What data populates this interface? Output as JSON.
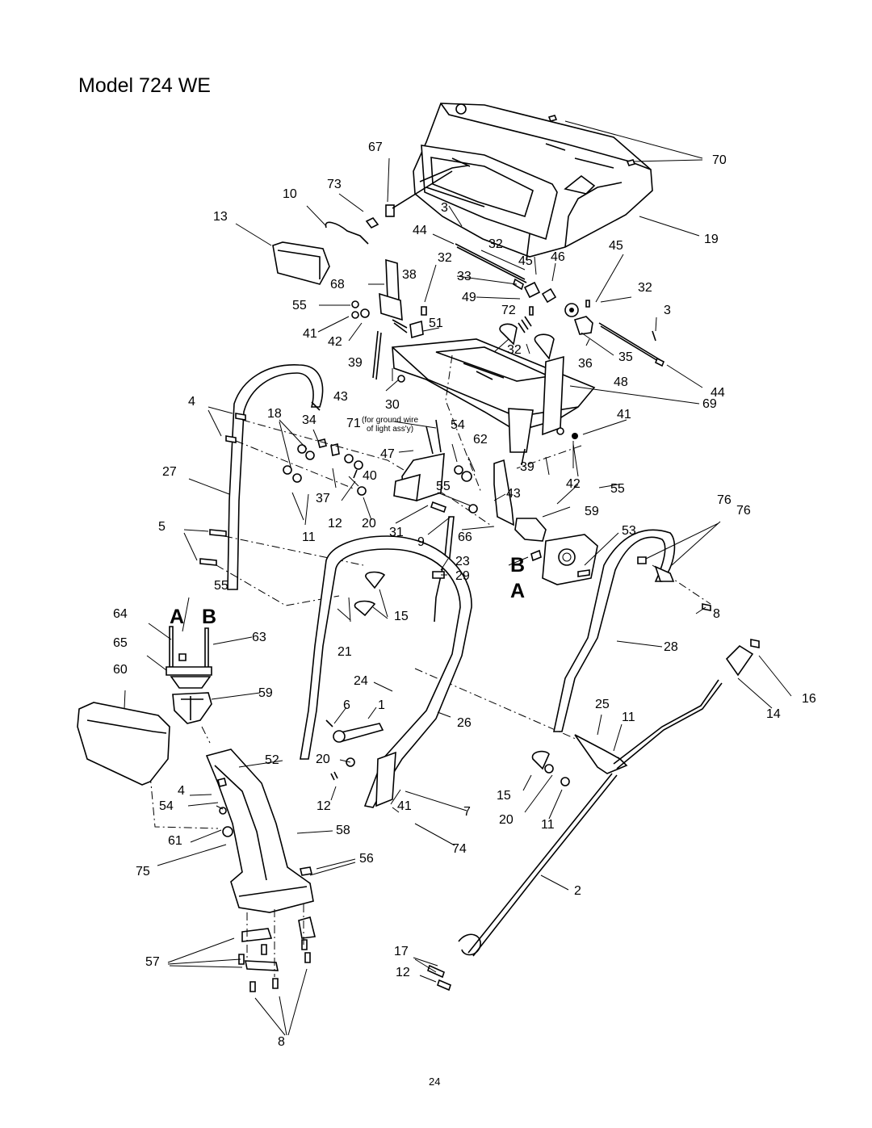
{
  "title": "Model 724 WE",
  "page_number": "24",
  "note": [
    "(for ground wire",
    "of light ass'y)"
  ],
  "callouts": {
    "c67": "67",
    "c70": "70",
    "c73": "73",
    "c10": "10",
    "c13": "13",
    "c3a": "3",
    "c44a": "44",
    "c19": "19",
    "c32a": "32",
    "c32b": "32",
    "c45a": "45",
    "c46": "46",
    "c45b": "45",
    "c68": "68",
    "c38": "38",
    "c33": "33",
    "c49": "49",
    "c32c": "32",
    "c55a": "55",
    "c72": "72",
    "c3b": "3",
    "c51": "51",
    "c41a": "41",
    "c42a": "42",
    "c32d": "32",
    "c36": "36",
    "c35": "35",
    "c39a": "39",
    "c48": "48",
    "c43a": "43",
    "c44b": "44",
    "c4a": "4",
    "c18": "18",
    "c34": "34",
    "c30": "30",
    "c69": "69",
    "c71": "71",
    "c41b": "41",
    "c54a": "54",
    "c62": "62",
    "c47": "47",
    "c27": "27",
    "c40": "40",
    "c39b": "39",
    "c37": "37",
    "c55b": "55",
    "c42b": "42",
    "c55c": "55",
    "c76a": "76",
    "c76b": "76",
    "c12a": "12",
    "c20a": "20",
    "c59a": "59",
    "c5": "5",
    "c31": "31",
    "c9": "9",
    "c66": "66",
    "c53": "53",
    "c11a": "11",
    "c23": "23",
    "c29": "29",
    "c55d": "55",
    "c8a": "8",
    "c64": "64",
    "c15a": "15",
    "c63": "63",
    "c65": "65",
    "c21": "21",
    "c28": "28",
    "c60": "60",
    "c24": "24",
    "c59b": "59",
    "c6": "6",
    "c1": "1",
    "c25": "25",
    "c11b": "11",
    "c16": "16",
    "c26": "26",
    "c14": "14",
    "c52": "52",
    "c20b": "20",
    "c4b": "4",
    "c54b": "54",
    "c12b": "12",
    "c41c": "41",
    "c7": "7",
    "c15b": "15",
    "c20c": "20",
    "c11c": "11",
    "c58": "58",
    "c61": "61",
    "c74": "74",
    "c56": "56",
    "c75": "75",
    "c2": "2",
    "c17": "17",
    "c57": "57",
    "c12c": "12",
    "c8b": "8"
  },
  "views": {
    "a1": "A",
    "b1": "B",
    "b2": "B",
    "a2": "A"
  }
}
